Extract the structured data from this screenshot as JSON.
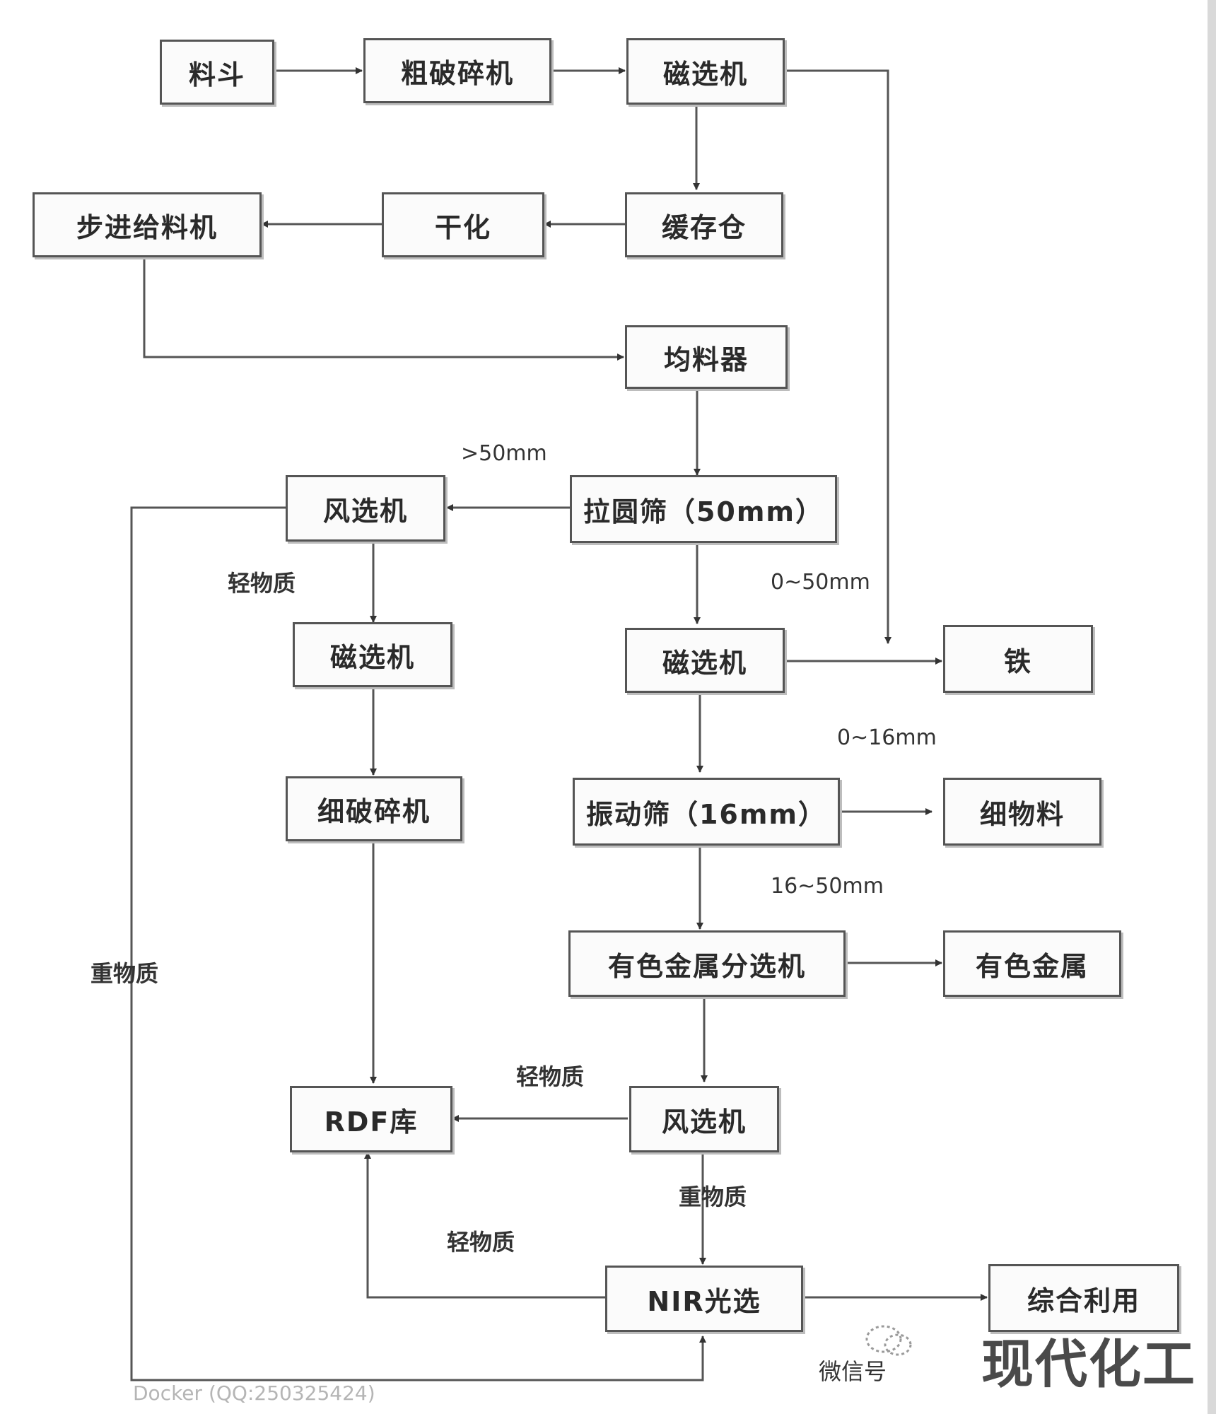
{
  "nodes": {
    "hopper": "料斗",
    "coarse_crusher": "粗破碎机",
    "magsep_top": "磁选机",
    "buffer_bin": "缓存仓",
    "drying": "干化",
    "step_feeder": "步进给料机",
    "distributor": "均料器",
    "drum_screen_50": "拉圆筛（50mm）",
    "air_sep_left": "风选机",
    "magsep_left": "磁选机",
    "fine_crusher": "细破碎机",
    "magsep_mid": "磁选机",
    "iron": "铁",
    "vib_screen_16": "振动筛（16mm）",
    "fines": "细物料",
    "eddy_sep": "有色金属分选机",
    "nonferrous": "有色金属",
    "air_sep_right": "风选机",
    "rdf": "RDF库",
    "nir": "NIR光选",
    "utilization": "综合利用"
  },
  "labels": {
    "gt50": ">50mm",
    "light_left": "轻物质",
    "range_0_50": "0~50mm",
    "range_0_16": "0~16mm",
    "range_16_50": "16~50mm",
    "heavy_left": "重物质",
    "light_mid": "轻物质",
    "heavy_mid": "重物质",
    "light_bottom": "轻物质"
  },
  "watermark": {
    "logo": "现代化工",
    "small": "微信号",
    "bottom": "Docker (QQ:250325424)"
  }
}
